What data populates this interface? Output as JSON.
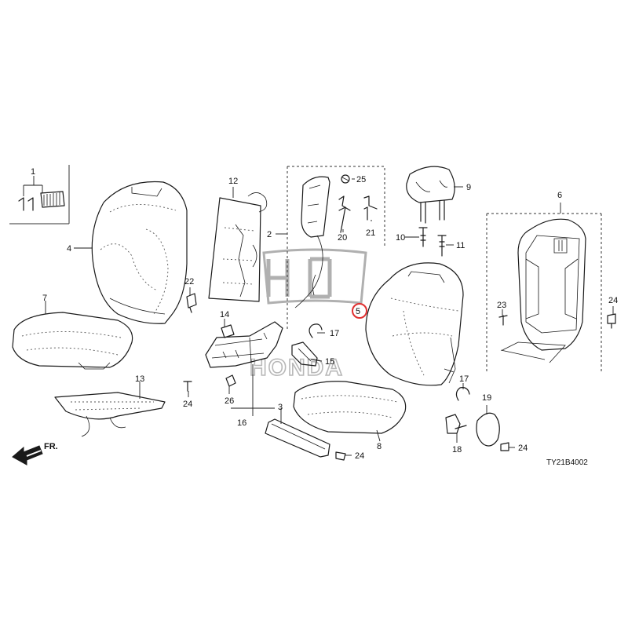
{
  "diagram_code": "TY21B4002",
  "direction_label": "FR.",
  "watermark_text": "HONDA",
  "highlight_color": "#e03030",
  "highlighted_part": "5",
  "callouts": [
    "1",
    "2",
    "3",
    "4",
    "5",
    "6",
    "7",
    "8",
    "9",
    "10",
    "11",
    "12",
    "13",
    "14",
    "15",
    "16",
    "17",
    "17",
    "18",
    "19",
    "20",
    "21",
    "22",
    "23",
    "24",
    "24",
    "24",
    "24",
    "25",
    "26"
  ]
}
